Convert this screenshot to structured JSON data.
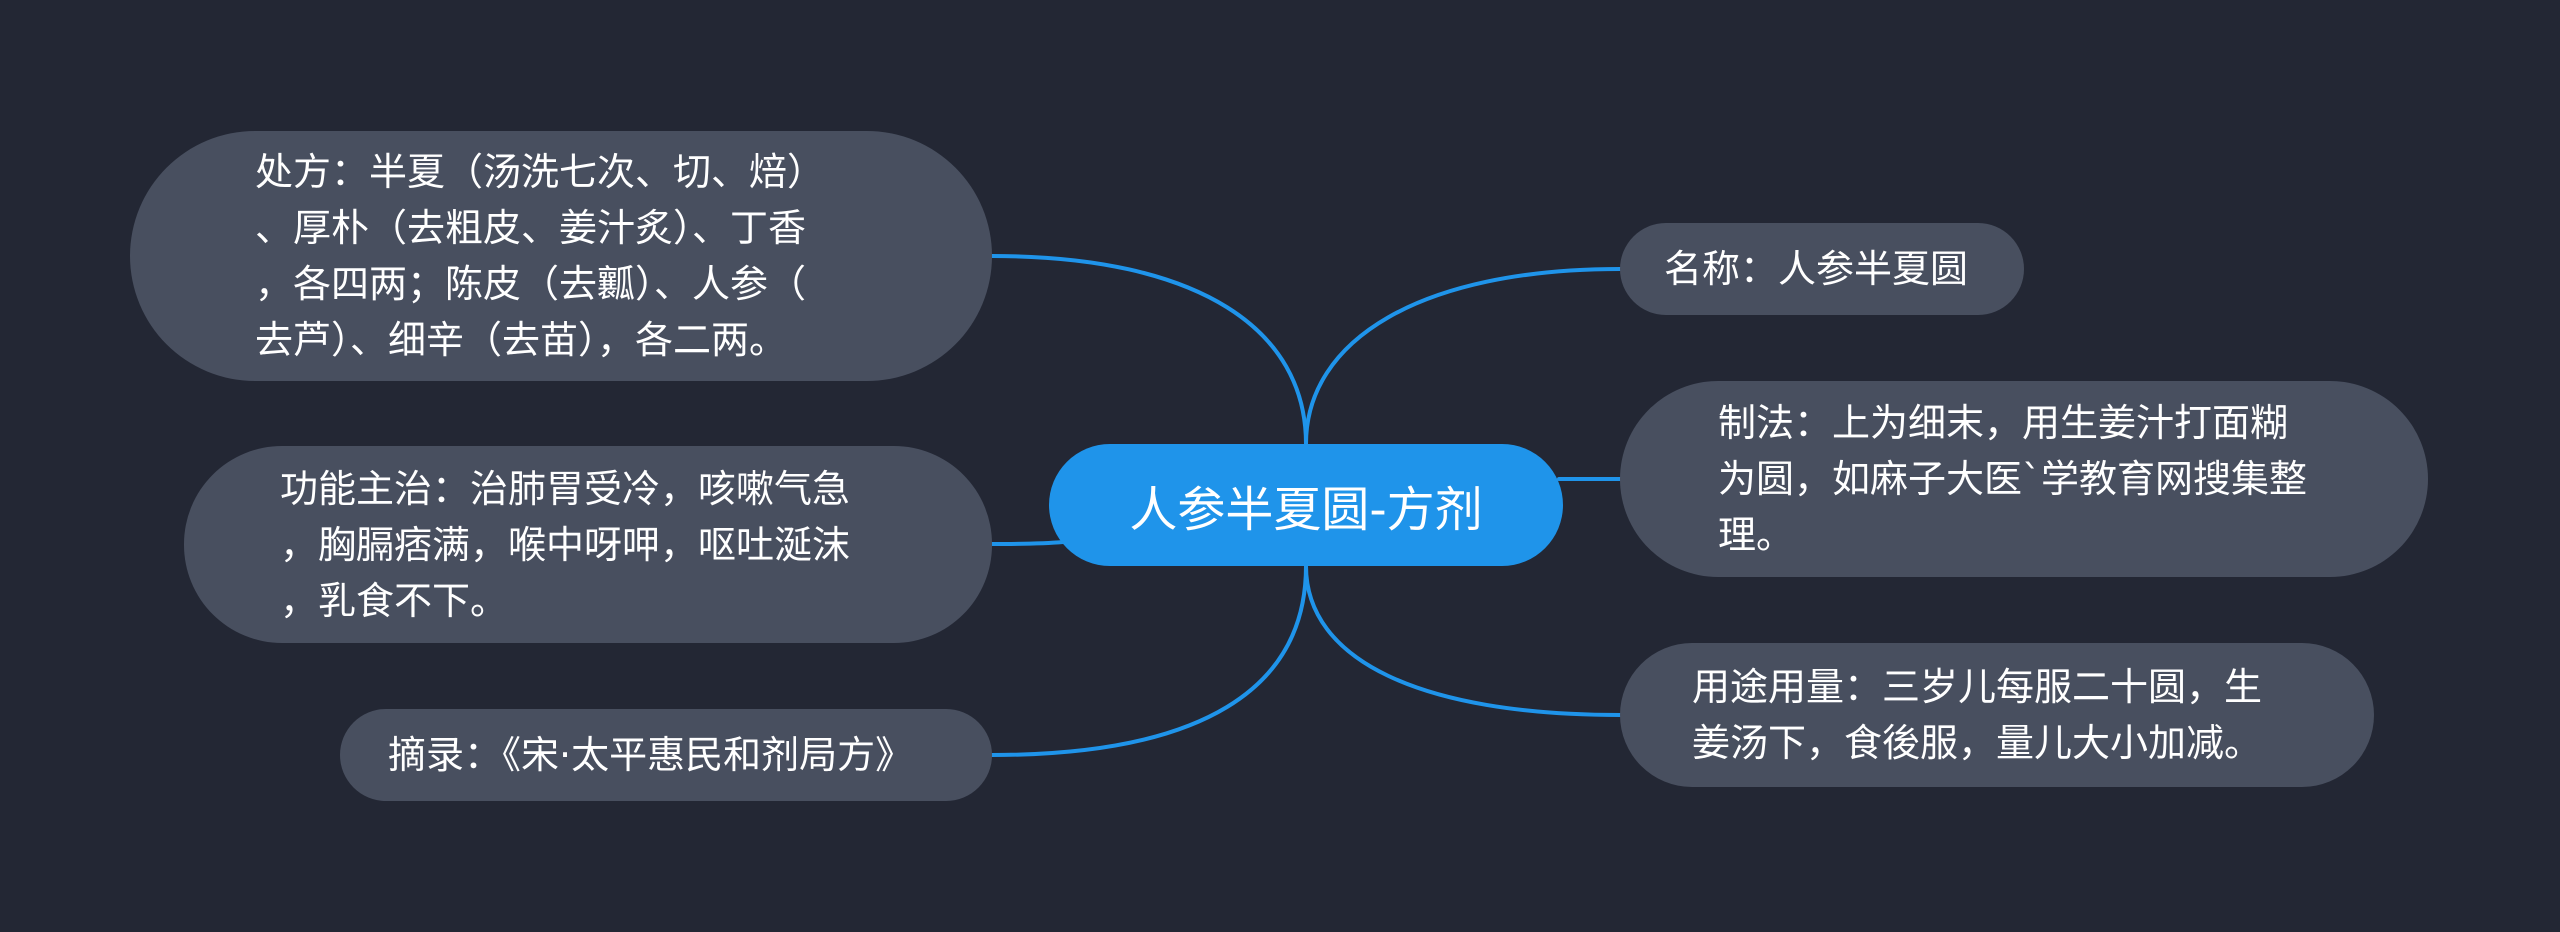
{
  "center": {
    "label": "人参半夏圆-方剂"
  },
  "left": {
    "recipe": {
      "lines": [
        "处方：半夏（汤洗七次、切、焙）",
        "、厚朴（去粗皮、姜汁炙）、丁香",
        "，各四两；陈皮（去瓤）、人参（",
        "去芦）、细辛（去苗），各二两。"
      ]
    },
    "function": {
      "lines": [
        "功能主治：治肺胃受冷，咳嗽气急",
        "，胸膈痞满，喉中呀呷，呕吐涎沫",
        "，乳食不下。"
      ]
    },
    "source": {
      "lines": [
        "摘录：《宋·太平惠民和剂局方》"
      ]
    }
  },
  "right": {
    "name": {
      "lines": [
        "名称：人参半夏圆"
      ]
    },
    "method": {
      "lines": [
        "制法：上为细末，用生姜汁打面糊",
        "为圆，如麻子大医`学教育网搜集整",
        "理。"
      ]
    },
    "usage": {
      "lines": [
        "用途用量：三岁儿每服二十圆，生",
        "姜汤下，食後服，量儿大小加减。"
      ]
    }
  },
  "colors": {
    "background": "#232734",
    "node": "#484f5f",
    "center": "#1f94ea",
    "edge": "#1f94ea",
    "text": "#ffffff"
  }
}
